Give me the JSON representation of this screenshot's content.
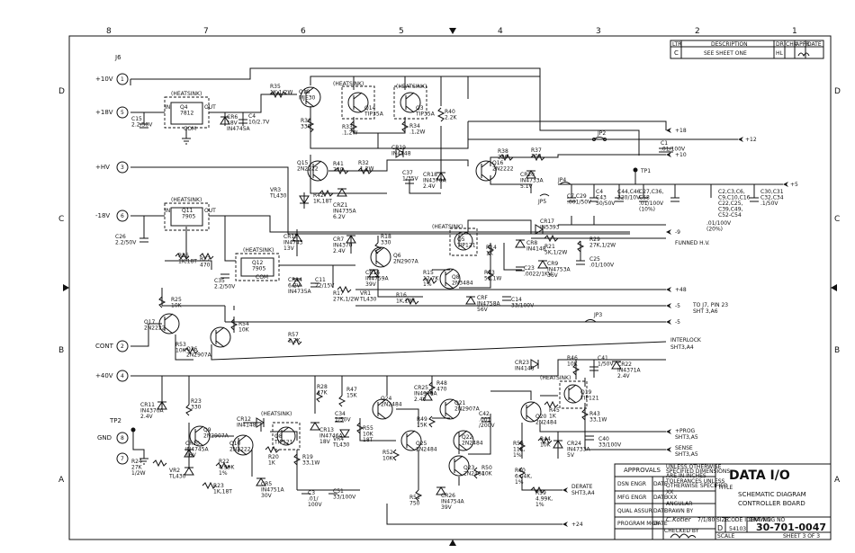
{
  "zones": {
    "columns": [
      "8",
      "7",
      "6",
      "5",
      "4",
      "3",
      "2",
      "1"
    ],
    "rows": [
      "D",
      "C",
      "B",
      "A"
    ]
  },
  "revision_block": {
    "headers": [
      "LTR",
      "DESCRIPTION",
      "DR",
      "CHK",
      "APPR",
      "DATE"
    ],
    "row": [
      "C",
      "SEE SHEET ONE",
      "HL",
      "",
      "",
      ""
    ]
  },
  "connectors": {
    "j6": "J6",
    "pins": [
      {
        "num": "1",
        "label": "+10V"
      },
      {
        "num": "5",
        "label": "+18V"
      },
      {
        "num": "3",
        "label": "+HV"
      },
      {
        "num": "6",
        "label": "-18V"
      },
      {
        "num": "2",
        "label": "CONT"
      },
      {
        "num": "4",
        "label": "+40V"
      },
      {
        "num": "8",
        "label": "GND"
      },
      {
        "num": "7",
        "label": ""
      }
    ],
    "tp2": "TP2",
    "tp1": "TP1"
  },
  "components": [
    {
      "id": "heatsink-q4",
      "lines": [
        "(HEATSINK)"
      ]
    },
    {
      "id": "q4",
      "lines": [
        "Q4",
        "7812"
      ]
    },
    {
      "id": "q4-in",
      "lines": [
        "IN"
      ]
    },
    {
      "id": "q4-out",
      "lines": [
        "OUT"
      ]
    },
    {
      "id": "q4-com",
      "lines": [
        "COM"
      ]
    },
    {
      "id": "c15",
      "lines": [
        "C15",
        "2.2/50V"
      ]
    },
    {
      "id": "cr6",
      "lines": [
        "CR6",
        "18V",
        "IN4745A"
      ]
    },
    {
      "id": "c4",
      "lines": [
        "C4",
        "10/2.7V"
      ]
    },
    {
      "id": "r35",
      "lines": [
        "R35",
        "1K,1/2W"
      ]
    },
    {
      "id": "q18",
      "lines": [
        "Q18",
        "MJE30"
      ]
    },
    {
      "id": "r36",
      "lines": [
        "R36",
        "330"
      ]
    },
    {
      "id": "heatsink-q14",
      "lines": [
        "(HEATSINK)"
      ]
    },
    {
      "id": "q14",
      "lines": [
        "Q14",
        "TIP35A"
      ]
    },
    {
      "id": "heatsink-q3",
      "lines": [
        "(HEATSINK)"
      ]
    },
    {
      "id": "q3",
      "lines": [
        "Q3",
        "TIP35A"
      ]
    },
    {
      "id": "r33",
      "lines": [
        "R33",
        ".1,2W"
      ]
    },
    {
      "id": "r34",
      "lines": [
        "R34",
        ".1,2W"
      ]
    },
    {
      "id": "r40",
      "lines": [
        "R40",
        "2.2K"
      ]
    },
    {
      "id": "cr19",
      "lines": [
        "CR19",
        "IN4148"
      ]
    },
    {
      "id": "q15",
      "lines": [
        "Q15",
        "2N2222"
      ]
    },
    {
      "id": "r41",
      "lines": [
        "R41",
        "220"
      ]
    },
    {
      "id": "r32",
      "lines": [
        "R32",
        ".1,2W"
      ]
    },
    {
      "id": "c37",
      "lines": [
        "C37",
        "1/35V"
      ]
    },
    {
      "id": "cr18",
      "lines": [
        "CR18",
        "IN4370A",
        "2.4V"
      ]
    },
    {
      "id": "q16",
      "lines": [
        "Q16",
        "2N2222"
      ]
    },
    {
      "id": "r38",
      "lines": [
        "R38",
        "220"
      ]
    },
    {
      "id": "r37",
      "lines": [
        "R37",
        "100"
      ]
    },
    {
      "id": "cr20",
      "lines": [
        "CR20",
        "IN4733A",
        "5.1V"
      ]
    },
    {
      "id": "vr3",
      "lines": [
        "VR3",
        "TL430"
      ]
    },
    {
      "id": "r42",
      "lines": [
        "R42",
        "1K,18T"
      ]
    },
    {
      "id": "crz1",
      "lines": [
        "CRZ1",
        "IN4735A",
        "6.2V"
      ]
    },
    {
      "id": "jp2",
      "lines": [
        "JP2"
      ]
    },
    {
      "id": "jp4",
      "lines": [
        "JP4"
      ]
    },
    {
      "id": "jp5",
      "lines": [
        "JP5"
      ]
    },
    {
      "id": "c7c29",
      "lines": [
        "C7,C29",
        ".001/50V"
      ]
    },
    {
      "id": "c1",
      "lines": [
        "C1",
        ".01/100V"
      ]
    },
    {
      "id": "c4c43",
      "lines": [
        "C4",
        "C43",
        "50/50V"
      ]
    },
    {
      "id": "c44c46",
      "lines": [
        "C44,C46",
        "220/10V"
      ]
    },
    {
      "id": "c27c36",
      "lines": [
        "C27,C36,",
        "C58",
        ".01/100V",
        "(10%)"
      ]
    },
    {
      "id": "c2c3",
      "lines": [
        "C2,C3,C6,",
        "C9,C10,C16",
        "C22,C25,",
        "C39,C49,",
        "C52-C54"
      ]
    },
    {
      "id": "c2c3-val",
      "lines": [
        ".01/100V",
        "(20%)"
      ]
    },
    {
      "id": "c30c31",
      "lines": [
        "C30,C31",
        "C32,C34",
        ".1/50V"
      ]
    },
    {
      "id": "heatsink-q11",
      "lines": [
        "(HEATSINK)"
      ]
    },
    {
      "id": "q11",
      "lines": [
        "Q11",
        "7905"
      ]
    },
    {
      "id": "q11-in",
      "lines": [
        "IN"
      ]
    },
    {
      "id": "q11-out",
      "lines": [
        "OUT"
      ]
    },
    {
      "id": "c26",
      "lines": [
        "C26",
        "2.2/50V"
      ]
    },
    {
      "id": "r26",
      "lines": [
        "R26",
        "1K,18T"
      ]
    },
    {
      "id": "r27",
      "lines": [
        "R27",
        "470"
      ]
    },
    {
      "id": "c35",
      "lines": [
        "C35",
        "2.2/50V"
      ]
    },
    {
      "id": "heatsink-q12",
      "lines": [
        "(HEATSINK)"
      ]
    },
    {
      "id": "q12",
      "lines": [
        "Q12",
        "7905"
      ]
    },
    {
      "id": "q12-com",
      "lines": [
        "COM"
      ]
    },
    {
      "id": "cr15",
      "lines": [
        "CR15",
        "IN4743",
        "13V"
      ]
    },
    {
      "id": "cr14",
      "lines": [
        "CR14",
        "6.2V",
        "IN4735A"
      ]
    },
    {
      "id": "c11",
      "lines": [
        "C11",
        "22/15V"
      ]
    },
    {
      "id": "cr7",
      "lines": [
        "CR7",
        "IN4370",
        "2.4V"
      ]
    },
    {
      "id": "r18",
      "lines": [
        "R18",
        "330"
      ]
    },
    {
      "id": "heatsink-q5",
      "lines": [
        "(HEATSINK)"
      ]
    },
    {
      "id": "q5",
      "lines": [
        "Q5",
        "TIP121"
      ]
    },
    {
      "id": "q6",
      "lines": [
        "Q6",
        "2N2907A"
      ]
    },
    {
      "id": "r17",
      "lines": [
        "R17",
        "27K,1/2W"
      ]
    },
    {
      "id": "cr16",
      "lines": [
        "CR16",
        "IN4759A",
        "39V"
      ]
    },
    {
      "id": "vr1",
      "lines": [
        "VR1",
        "TL430"
      ]
    },
    {
      "id": "r15",
      "lines": [
        "R15",
        "12.7K",
        "1%"
      ]
    },
    {
      "id": "r16",
      "lines": [
        "R16",
        "1K,18T"
      ]
    },
    {
      "id": "q8",
      "lines": [
        "Q8",
        "2N3484"
      ]
    },
    {
      "id": "r14",
      "lines": [
        "R14",
        "1K"
      ]
    },
    {
      "id": "r13",
      "lines": [
        "R13",
        "51,1W"
      ]
    },
    {
      "id": "crf",
      "lines": [
        "CRF",
        "IN4758A",
        "56V"
      ]
    },
    {
      "id": "cr8",
      "lines": [
        "CR8",
        "IN4148"
      ]
    },
    {
      "id": "c23",
      "lines": [
        "C23",
        ".0022/1KV"
      ]
    },
    {
      "id": "cr9",
      "lines": [
        "CR9",
        "IN4753A",
        "36V"
      ]
    },
    {
      "id": "cr17",
      "lines": [
        "CR17",
        "IN5393"
      ]
    },
    {
      "id": "r21",
      "lines": [
        "R21",
        "5K,1/2W"
      ]
    },
    {
      "id": "r29",
      "lines": [
        "R29",
        "27K,1/2W"
      ]
    },
    {
      "id": "c25",
      "lines": [
        "C25",
        ".01/100V"
      ]
    },
    {
      "id": "c14",
      "lines": [
        "C14",
        "33/100V"
      ]
    },
    {
      "id": "r25",
      "lines": [
        "R25",
        "10K"
      ]
    },
    {
      "id": "q17",
      "lines": [
        "Q17",
        "2N2222"
      ]
    },
    {
      "id": "r53",
      "lines": [
        "R53",
        "10K"
      ]
    },
    {
      "id": "q26",
      "lines": [
        "Q26",
        "2N2907A"
      ]
    },
    {
      "id": "r54",
      "lines": [
        "R54",
        "10K"
      ]
    },
    {
      "id": "r57",
      "lines": [
        "R57",
        "1.2K"
      ]
    },
    {
      "id": "jp3",
      "lines": [
        "JP3"
      ]
    },
    {
      "id": "cr23",
      "lines": [
        "CR23",
        "IN4148"
      ]
    },
    {
      "id": "r46",
      "lines": [
        "R46",
        "10K"
      ]
    },
    {
      "id": "c41",
      "lines": [
        "C41",
        "1/50V"
      ]
    },
    {
      "id": "cr22",
      "lines": [
        "CR22",
        "IN4371A",
        "2.4V"
      ]
    },
    {
      "id": "cr11",
      "lines": [
        "CR11",
        "IN4370A",
        "2.4V"
      ]
    },
    {
      "id": "r23",
      "lines": [
        "R23",
        "330"
      ]
    },
    {
      "id": "q9",
      "lines": [
        "Q9",
        "2N2907A"
      ]
    },
    {
      "id": "cr10",
      "lines": [
        "CR10",
        "IN4745A",
        "16V"
      ]
    },
    {
      "id": "vr2",
      "lines": [
        "VR2",
        "TL430"
      ]
    },
    {
      "id": "r24",
      "lines": [
        "R24",
        "27K",
        "1/2W"
      ]
    },
    {
      "id": "r23b",
      "lines": [
        "R23",
        "1K,18T"
      ]
    },
    {
      "id": "q10",
      "lines": [
        "Q10",
        "2N2222"
      ]
    },
    {
      "id": "r22",
      "lines": [
        "R22",
        "4.99K",
        "1%"
      ]
    },
    {
      "id": "cr12",
      "lines": [
        "CR12",
        "IN4148"
      ]
    },
    {
      "id": "heatsink-q8",
      "lines": [
        "(HEATSINK)"
      ]
    },
    {
      "id": "q8b",
      "lines": [
        "Q8",
        "TIP121"
      ]
    },
    {
      "id": "r20",
      "lines": [
        "R20",
        "1K"
      ]
    },
    {
      "id": "cr5",
      "lines": [
        "CR5",
        "IN4751A",
        "30V"
      ]
    },
    {
      "id": "r19",
      "lines": [
        "R19",
        "33,1W"
      ]
    },
    {
      "id": "c3",
      "lines": [
        "C3",
        ".01/",
        "100V"
      ]
    },
    {
      "id": "c51",
      "lines": [
        "C51",
        "33/100V"
      ]
    },
    {
      "id": "r28",
      "lines": [
        "R28",
        "47K"
      ]
    },
    {
      "id": "r47",
      "lines": [
        "R47",
        "15K"
      ]
    },
    {
      "id": "cr13",
      "lines": [
        "CR13",
        "IN4746A",
        "18V"
      ]
    },
    {
      "id": "c34",
      "lines": [
        "C34",
        "1/50V"
      ]
    },
    {
      "id": "vr4",
      "lines": [
        "VR4",
        "TL430"
      ]
    },
    {
      "id": "r55",
      "lines": [
        "R55",
        "10K",
        "18T"
      ]
    },
    {
      "id": "q24",
      "lines": [
        "Q24",
        "2N2484"
      ]
    },
    {
      "id": "cr25",
      "lines": [
        "CR25",
        "IN4370A",
        "2.4V"
      ]
    },
    {
      "id": "r48",
      "lines": [
        "R48",
        "470"
      ]
    },
    {
      "id": "r49",
      "lines": [
        "R49",
        "15K"
      ]
    },
    {
      "id": "q21",
      "lines": [
        "Q21",
        "2N2907A"
      ]
    },
    {
      "id": "r52",
      "lines": [
        "R52",
        "10K"
      ]
    },
    {
      "id": "q25",
      "lines": [
        "Q25",
        "2N2484"
      ]
    },
    {
      "id": "q22",
      "lines": [
        "Q22",
        "2N2484"
      ]
    },
    {
      "id": "q23",
      "lines": [
        "Q23",
        "2N2484"
      ]
    },
    {
      "id": "r51",
      "lines": [
        "R51",
        "750"
      ]
    },
    {
      "id": "cr26",
      "lines": [
        "CR26",
        "IN4754A",
        "39V"
      ]
    },
    {
      "id": "r50",
      "lines": [
        "R50",
        "10K"
      ]
    },
    {
      "id": "c42",
      "lines": [
        "C42",
        ".001",
        "/200V"
      ]
    },
    {
      "id": "q20",
      "lines": [
        "Q20",
        "2N2484"
      ]
    },
    {
      "id": "heatsink-q19",
      "lines": [
        "(HEATSINK)"
      ]
    },
    {
      "id": "q19",
      "lines": [
        "Q19",
        "TIP121"
      ]
    },
    {
      "id": "r45",
      "lines": [
        "R45",
        "1K"
      ]
    },
    {
      "id": "r43",
      "lines": [
        "R43",
        "33,1W"
      ]
    },
    {
      "id": "r56",
      "lines": [
        "R56",
        "11K,",
        "1%"
      ]
    },
    {
      "id": "r44",
      "lines": [
        "R44",
        "10K"
      ]
    },
    {
      "id": "cr24",
      "lines": [
        "CR24",
        "IN4733A",
        "5V"
      ]
    },
    {
      "id": "c40",
      "lines": [
        "C40",
        "33/100V"
      ]
    },
    {
      "id": "r60",
      "lines": [
        "R60",
        "6.04K,",
        "1%"
      ]
    },
    {
      "id": "r59",
      "lines": [
        "R59",
        "4.99K,",
        "1%"
      ]
    }
  ],
  "outputs": [
    {
      "id": "out-18",
      "label": "+18"
    },
    {
      "id": "out-12",
      "label": "+12"
    },
    {
      "id": "out-10",
      "label": "+10"
    },
    {
      "id": "out-5",
      "label": "+5"
    },
    {
      "id": "out-m9",
      "label": "-9"
    },
    {
      "id": "out-fhv",
      "label": "FUNNED H.V."
    },
    {
      "id": "out-48",
      "label": "+48"
    },
    {
      "id": "out-m5a",
      "label": "-5"
    },
    {
      "id": "out-to-j7",
      "label": "TO J7, PIN 23"
    },
    {
      "id": "out-sht36",
      "label": "SHT 3,A6"
    },
    {
      "id": "out-m5b",
      "label": "-5"
    },
    {
      "id": "out-interlock",
      "label": "INTERLOCK"
    },
    {
      "id": "out-sht3a4",
      "label": "SHT3,A4"
    },
    {
      "id": "out-prog",
      "label": "+PROG"
    },
    {
      "id": "out-prog-sht",
      "label": "SHT3,A5"
    },
    {
      "id": "out-sense",
      "label": "SENSE"
    },
    {
      "id": "out-sense-sht",
      "label": "SHT3,A5"
    },
    {
      "id": "out-derate",
      "label": "DERATE"
    },
    {
      "id": "out-derate-sht",
      "label": "SHT3,A4"
    },
    {
      "id": "out-24",
      "label": "+24"
    }
  ],
  "title_block": {
    "approvals": "APPROVALS",
    "tolerance_text": [
      "UNLESS OTHERWISE",
      "SPECIFIED DIMENSIONS",
      "ARE IN INCHES",
      "TOLERANCES UNLESS",
      "OTHERWISE SPECIFIED",
      "XX",
      "XXX",
      "ANGULAR"
    ],
    "rows": [
      "DSN ENGR",
      "MFG ENGR",
      "QUAL ASSUR",
      "PROGRAM MGR"
    ],
    "date": "DATE",
    "logo": "DATA I/O",
    "title_caption": "TITLE",
    "title": [
      "SCHEMATIC DIAGRAM",
      "CONTROLLER BOARD"
    ],
    "drawn_by": "DRAWN BY",
    "drawn_name": "C.Kotler",
    "drawn_date": "7/1/80",
    "checked_by": "CHECKED BY",
    "size_caption": "SIZE",
    "size": "D",
    "code_caption": "CODE IDENT NO",
    "code": "54103",
    "dwg_caption": "DRAWING NO",
    "dwg_no": "30-701-0047",
    "scale_caption": "SCALE",
    "sheet": "SHEET 3 OF 3"
  }
}
